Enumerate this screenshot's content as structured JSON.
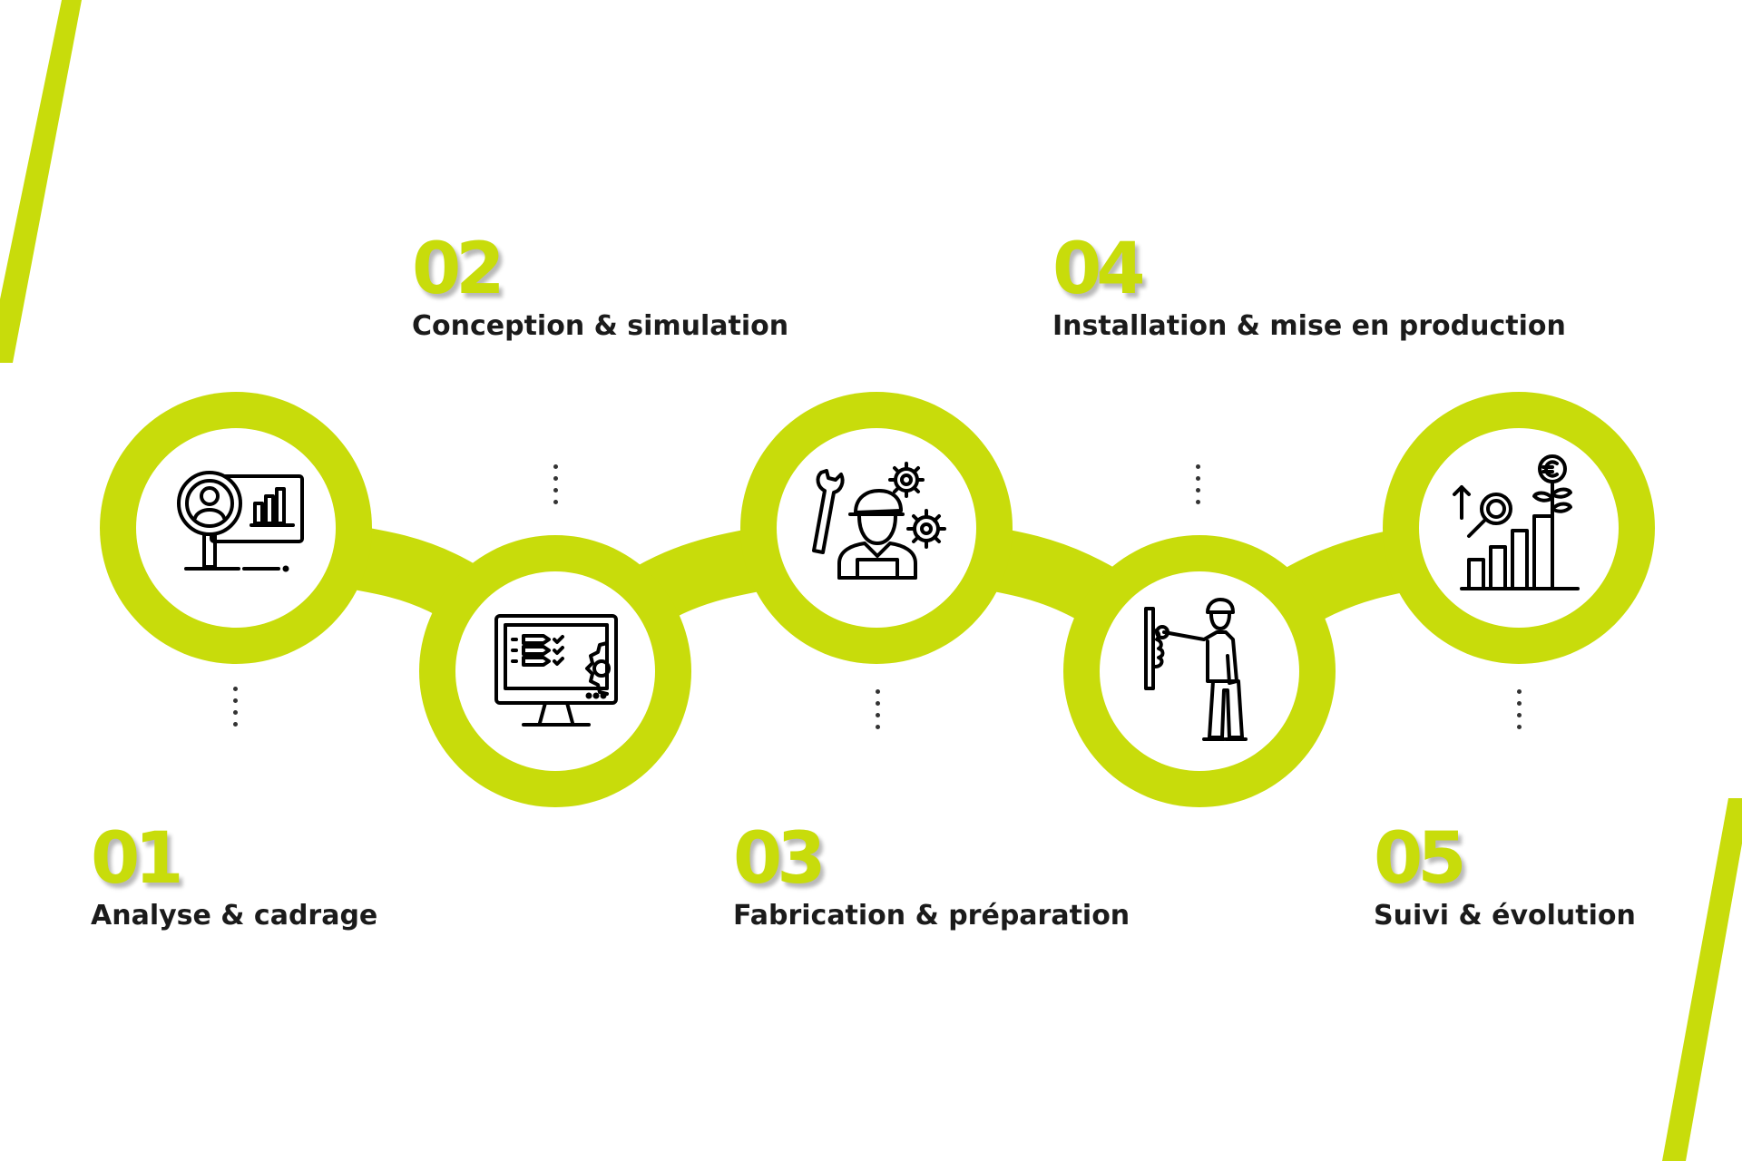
{
  "accent_color": "#c8dc0b",
  "text_color": "#1b1b1b",
  "steps": [
    {
      "number": "01",
      "label": "Analyse & cadrage",
      "icon": "analysis-magnifier-chart-icon"
    },
    {
      "number": "02",
      "label": "Conception & simulation",
      "icon": "monitor-gear-icon"
    },
    {
      "number": "03",
      "label": "Fabrication & préparation",
      "icon": "worker-wrench-gears-icon"
    },
    {
      "number": "04",
      "label": "Installation & mise en production",
      "icon": "technician-installing-icon"
    },
    {
      "number": "05",
      "label": "Suivi & évolution",
      "icon": "growth-chart-euro-plant-icon"
    }
  ]
}
